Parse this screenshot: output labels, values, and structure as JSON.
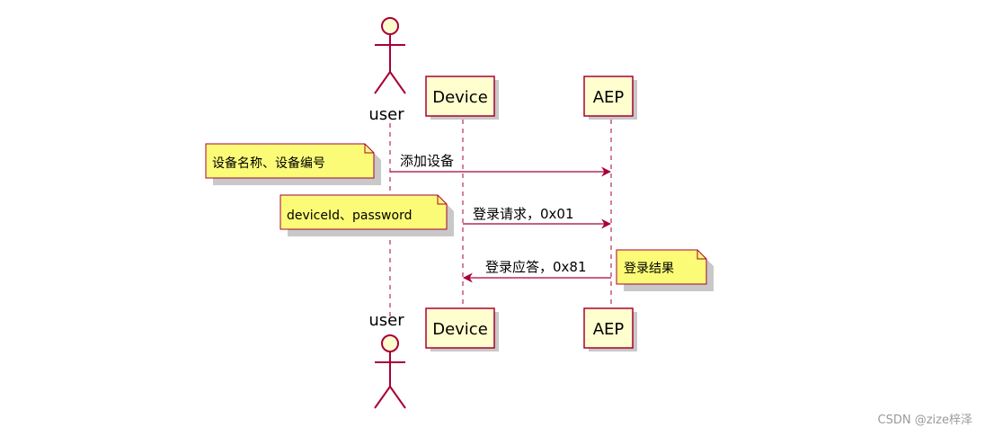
{
  "participants": {
    "user": "user",
    "device": "Device",
    "aep": "AEP"
  },
  "messages": [
    {
      "label": "添加设备"
    },
    {
      "label": "登录请求，0x01"
    },
    {
      "label": "登录应答，0x81"
    }
  ],
  "notes": [
    {
      "text": "设备名称、设备编号"
    },
    {
      "text": "deviceId、password"
    },
    {
      "text": "登录结果"
    }
  ],
  "watermark": "CSDN @zize梓泽",
  "colors": {
    "line": "#a80036",
    "box_fill": "#fefece",
    "note_fill": "#fbfb77",
    "shadow": "#c8c8c8"
  }
}
